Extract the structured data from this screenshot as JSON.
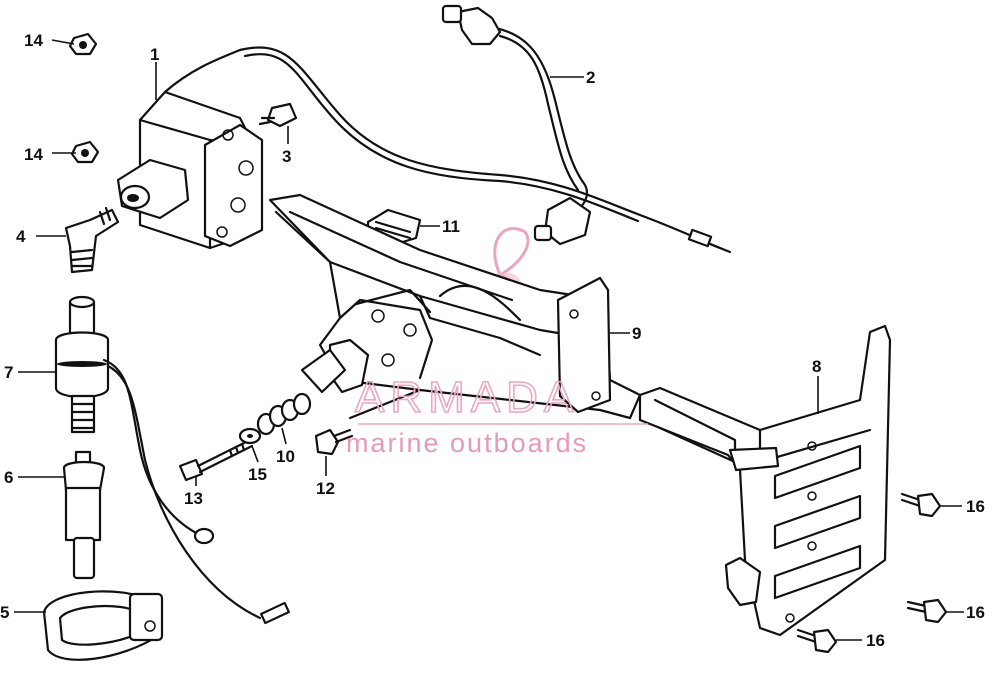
{
  "labels": {
    "l1": "1",
    "l2": "2",
    "l3": "3",
    "l4": "4",
    "l5": "5",
    "l6": "6",
    "l7": "7",
    "l8": "8",
    "l9": "9",
    "l10": "10",
    "l11": "11",
    "l12": "12",
    "l13": "13",
    "l14a": "14",
    "l14b": "14",
    "l15": "15",
    "l16a": "16",
    "l16b": "16",
    "l16c": "16"
  },
  "watermark": {
    "brand": "ARMADA",
    "tagline": "marine outboards",
    "color": "#e08aa8"
  },
  "colors": {
    "line": "#111111",
    "background": "#ffffff"
  }
}
